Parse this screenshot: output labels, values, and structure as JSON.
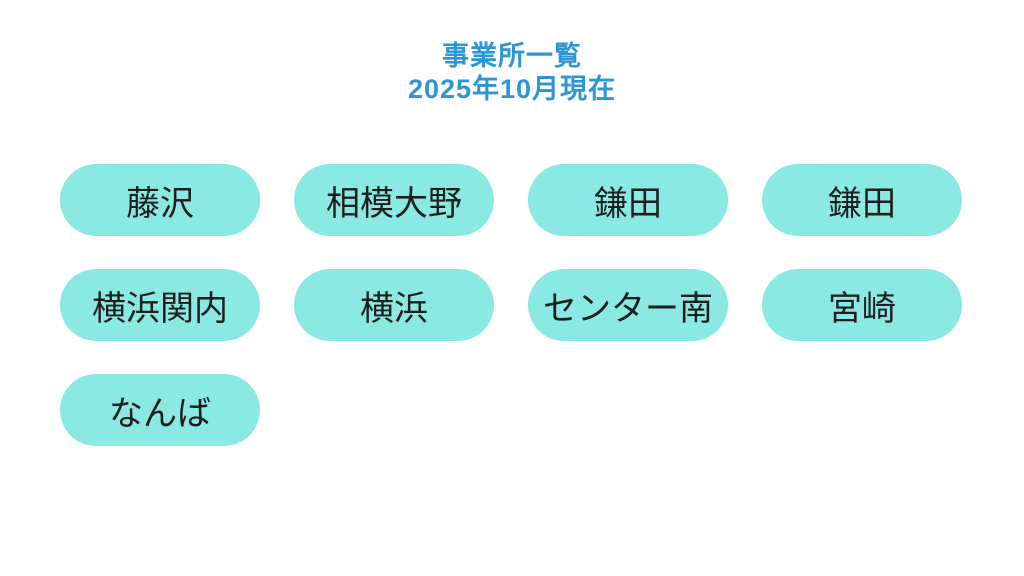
{
  "header": {
    "title": "事業所一覧",
    "subtitle": "2025年10月現在"
  },
  "offices": [
    "藤沢",
    "相模大野",
    "鎌田",
    "鎌田",
    "横浜関内",
    "横浜",
    "センター南",
    "宮崎",
    "なんば"
  ],
  "colors": {
    "title_blue": "#2E96D6",
    "pill_cyan": "#8BE9E4",
    "pill_text": "#1E1E1E",
    "background": "#FFFFFF"
  }
}
